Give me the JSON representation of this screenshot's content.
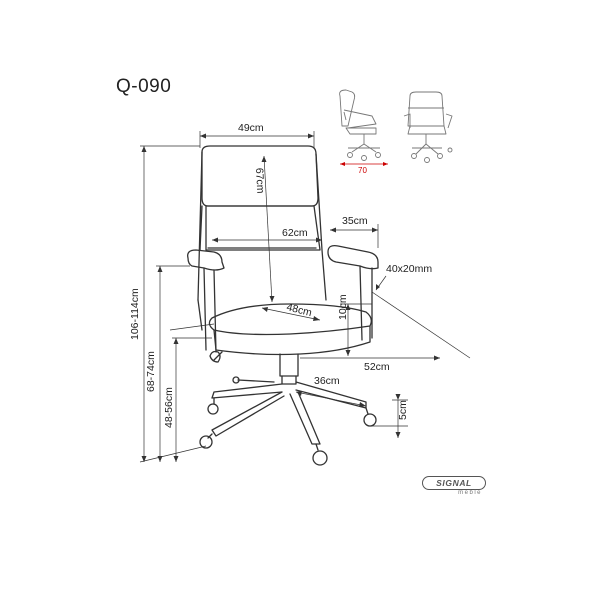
{
  "model": "Q-090",
  "dimensions": {
    "width_top": "49cm",
    "backrest_height": "67cm",
    "armrest_depth": "35cm",
    "arm_width": "62cm",
    "armrest_section": "40x20mm",
    "seat_depth": "48cm",
    "seat_thickness": "10cm",
    "depth": "52cm",
    "base_radius": "36cm",
    "wheel_height": "5cm",
    "total_height": "106-114cm",
    "arm_height": "68-74cm",
    "seat_height": "48-56cm"
  },
  "thumbnail": {
    "recline_value": "70"
  },
  "brand": {
    "name": "SIGNAL",
    "sub": "meble"
  },
  "colors": {
    "line": "#333333",
    "accent": "#cc0000"
  }
}
